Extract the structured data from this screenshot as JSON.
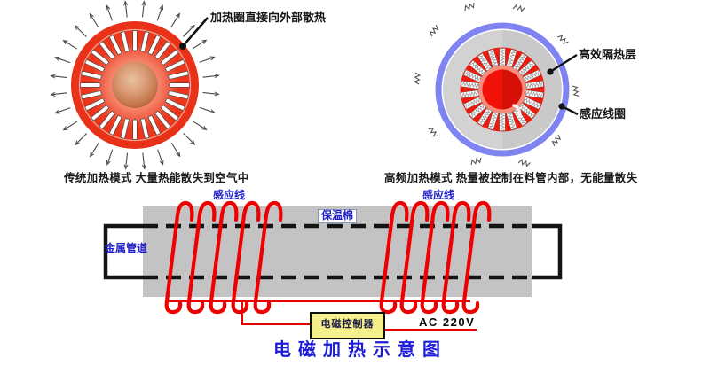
{
  "title": "电磁加热示意图",
  "left_diagram": {
    "callout": "加热圈直接向外部散热",
    "caption": "传统加热模式 大量热能散失到空气中"
  },
  "right_diagram": {
    "insulation_label": "高效隔热层",
    "coil_label": "感应线圈",
    "caption": "高频加热模式 热量被控制在料管内部，无能量散失"
  },
  "schematic": {
    "induction_wire_left": "感应线",
    "induction_wire_right": "感应线",
    "insulation_cotton": "保温棉",
    "metal_pipe": "金属管道",
    "controller": "电磁控制器",
    "power": "AC 220V"
  },
  "colors": {
    "heat_red": "#e8301a",
    "coil_red": "#ee0000",
    "induction_ring_blue": "#8083f2",
    "insulation_gray": "#c3c3c3",
    "label_blue": "#2222cc",
    "title_blue": "#1c1cd8",
    "controller_yellow": "#f5ef8c"
  }
}
